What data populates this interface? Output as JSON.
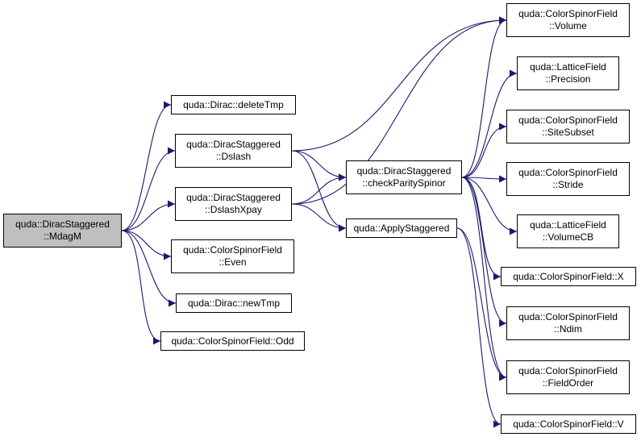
{
  "colors": {
    "edge": "#191970",
    "root_fill": "#bfbfbf",
    "node_fill": "#ffffff",
    "border": "#000000"
  },
  "nodes": {
    "mdagm": {
      "line1": "quda::DiracStaggered",
      "line2": "::MdagM"
    },
    "deletetmp": {
      "line1": "quda::Dirac::deleteTmp",
      "line2": ""
    },
    "dslash": {
      "line1": "quda::DiracStaggered",
      "line2": "::Dslash"
    },
    "dslashxpay": {
      "line1": "quda::DiracStaggered",
      "line2": "::DslashXpay"
    },
    "even": {
      "line1": "quda::ColorSpinorField",
      "line2": "::Even"
    },
    "newtmp": {
      "line1": "quda::Dirac::newTmp",
      "line2": ""
    },
    "odd": {
      "line1": "quda::ColorSpinorField::Odd",
      "line2": ""
    },
    "checkparity": {
      "line1": "quda::DiracStaggered",
      "line2": "::checkParitySpinor"
    },
    "applystaggered": {
      "line1": "quda::ApplyStaggered",
      "line2": ""
    },
    "volume": {
      "line1": "quda::ColorSpinorField",
      "line2": "::Volume"
    },
    "precision": {
      "line1": "quda::LatticeField",
      "line2": "::Precision"
    },
    "sitesubset": {
      "line1": "quda::ColorSpinorField",
      "line2": "::SiteSubset"
    },
    "stride": {
      "line1": "quda::ColorSpinorField",
      "line2": "::Stride"
    },
    "volumecb": {
      "line1": "quda::LatticeField",
      "line2": "::VolumeCB"
    },
    "x": {
      "line1": "quda::ColorSpinorField::X",
      "line2": ""
    },
    "ndim": {
      "line1": "quda::ColorSpinorField",
      "line2": "::Ndim"
    },
    "fieldorder": {
      "line1": "quda::ColorSpinorField",
      "line2": "::FieldOrder"
    },
    "v": {
      "line1": "quda::ColorSpinorField::V",
      "line2": ""
    }
  },
  "edges": [
    [
      "mdagm",
      "deletetmp"
    ],
    [
      "mdagm",
      "dslash"
    ],
    [
      "mdagm",
      "dslashxpay"
    ],
    [
      "mdagm",
      "even"
    ],
    [
      "mdagm",
      "newtmp"
    ],
    [
      "mdagm",
      "odd"
    ],
    [
      "dslash",
      "checkparity"
    ],
    [
      "dslash",
      "applystaggered"
    ],
    [
      "dslash",
      "volume"
    ],
    [
      "dslashxpay",
      "checkparity"
    ],
    [
      "dslashxpay",
      "applystaggered"
    ],
    [
      "dslashxpay",
      "volume"
    ],
    [
      "checkparity",
      "volume"
    ],
    [
      "checkparity",
      "precision"
    ],
    [
      "checkparity",
      "sitesubset"
    ],
    [
      "checkparity",
      "stride"
    ],
    [
      "checkparity",
      "volumecb"
    ],
    [
      "checkparity",
      "x"
    ],
    [
      "checkparity",
      "ndim"
    ],
    [
      "checkparity",
      "fieldorder"
    ],
    [
      "applystaggered",
      "fieldorder"
    ],
    [
      "applystaggered",
      "v"
    ]
  ]
}
